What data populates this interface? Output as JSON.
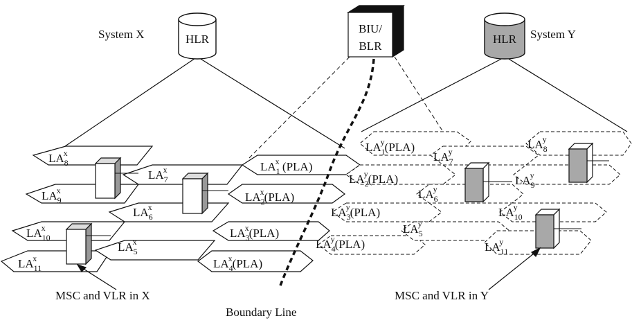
{
  "systems": {
    "x": {
      "name": "System X",
      "db": "HLR",
      "db_color": "#ffffff"
    },
    "y": {
      "name": "System Y",
      "db": "HLR",
      "db_color": "#a8a8a8"
    }
  },
  "biu": {
    "line1": "BIU/",
    "line2": "BLR"
  },
  "captions": {
    "msc_x": "MSC and VLR in X",
    "msc_y": "MSC and VLR in Y",
    "boundary": "Boundary Line"
  },
  "cells_x": [
    {
      "base": "LA",
      "sub": "8",
      "sup": "x",
      "suffix": ""
    },
    {
      "base": "LA",
      "sub": "9",
      "sup": "x",
      "suffix": ""
    },
    {
      "base": "LA",
      "sub": "10",
      "sup": "x",
      "suffix": ""
    },
    {
      "base": "LA",
      "sub": "11",
      "sup": "x",
      "suffix": ""
    },
    {
      "base": "LA",
      "sub": "7",
      "sup": "x",
      "suffix": ""
    },
    {
      "base": "LA",
      "sub": "6",
      "sup": "x",
      "suffix": ""
    },
    {
      "base": "LA",
      "sub": "5",
      "sup": "x",
      "suffix": ""
    },
    {
      "base": "LA",
      "sub": "1",
      "sup": "x",
      "suffix": " (PLA)"
    },
    {
      "base": "LA",
      "sub": "2",
      "sup": "x",
      "suffix": "(PLA)"
    },
    {
      "base": "LA",
      "sub": "3",
      "sup": "x",
      "suffix": "(PLA)"
    },
    {
      "base": "LA",
      "sub": "4",
      "sup": "x",
      "suffix": "(PLA)"
    }
  ],
  "cells_y": [
    {
      "base": "LA",
      "sub": "1",
      "sup": "y",
      "suffix": "(PLA)"
    },
    {
      "base": "LA",
      "sub": "2",
      "sup": "y",
      "suffix": "(PLA)"
    },
    {
      "base": "LA",
      "sub": "3",
      "sup": "y",
      "suffix": "(PLA)"
    },
    {
      "base": "LA",
      "sub": "4",
      "sup": "y",
      "suffix": "(PLA)"
    },
    {
      "base": "LA",
      "sub": "7",
      "sup": "y",
      "suffix": ""
    },
    {
      "base": "LA",
      "sub": "6",
      "sup": "y",
      "suffix": ""
    },
    {
      "base": "LA",
      "sub": "5",
      "sup": "y",
      "suffix": ""
    },
    {
      "base": "LA",
      "sub": "8",
      "sup": "y",
      "suffix": ""
    },
    {
      "base": "LA",
      "sub": "9",
      "sup": "y",
      "suffix": ""
    },
    {
      "base": "LA",
      "sub": "10",
      "sup": "y",
      "suffix": ""
    },
    {
      "base": "LA",
      "sub": "11",
      "sup": "y",
      "suffix": ""
    }
  ]
}
